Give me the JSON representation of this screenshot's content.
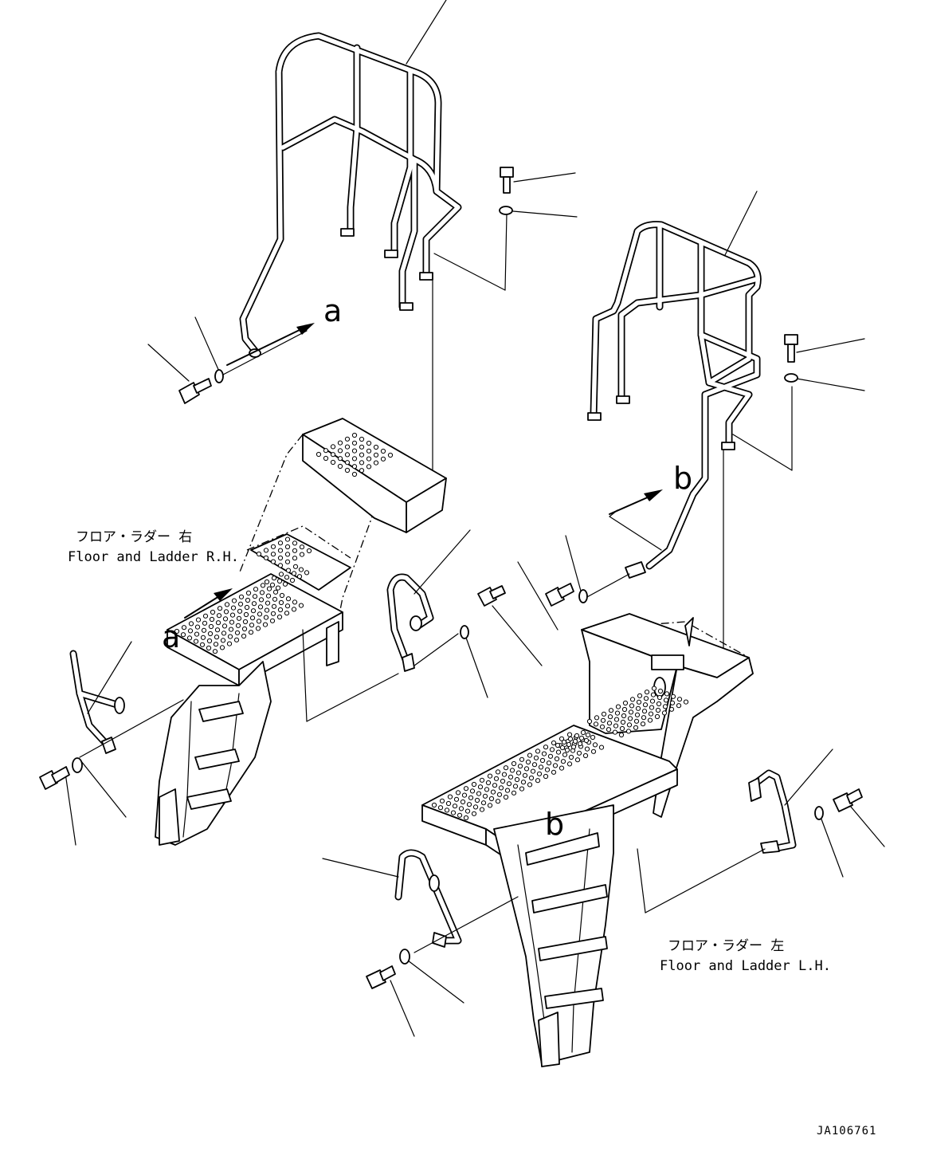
{
  "labels": {
    "rh_jp": "フロア・ラダー 右",
    "rh_en": "Floor and Ladder R.H.",
    "lh_jp": "フロア・ラダー 左",
    "lh_en": "Floor and Ladder L.H."
  },
  "view_marks": [
    "a",
    "a",
    "b",
    "b"
  ],
  "drawing_code": "JA106761"
}
